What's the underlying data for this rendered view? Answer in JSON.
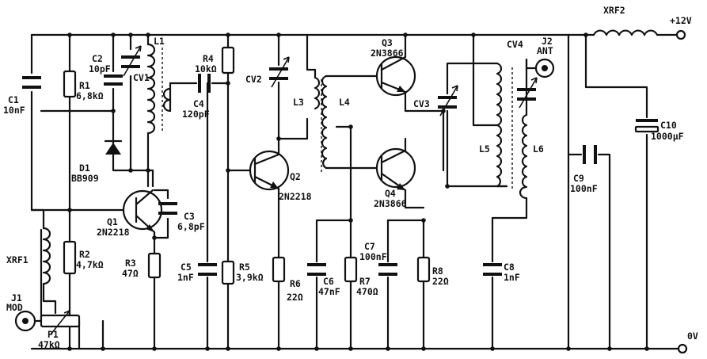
{
  "terminals": {
    "supply": "+12V",
    "ground": "0V",
    "mod_ref": "J1",
    "mod_name": "MOD",
    "ant_ref": "J2",
    "ant_name": "ANT"
  },
  "components": {
    "C1": {
      "ref": "C1",
      "value": "10nF"
    },
    "C2": {
      "ref": "C2",
      "value": "10pF"
    },
    "R1": {
      "ref": "R1",
      "value": "6,8kΩ"
    },
    "CV1": {
      "ref": "CV1"
    },
    "L1": {
      "ref": "L1"
    },
    "D1": {
      "ref": "D1",
      "value": "BB909"
    },
    "Q1": {
      "ref": "Q1",
      "value": "2N2218"
    },
    "C3": {
      "ref": "C3",
      "value": "6,8pF"
    },
    "R2": {
      "ref": "R2",
      "value": "4,7kΩ"
    },
    "R3": {
      "ref": "R3",
      "value": "47Ω"
    },
    "XRF1": {
      "ref": "XRF1"
    },
    "P1": {
      "ref": "P1",
      "value": "47kΩ"
    },
    "R4": {
      "ref": "R4",
      "value": "10kΩ"
    },
    "C4": {
      "ref": "C4",
      "value": "120pF"
    },
    "C5": {
      "ref": "C5",
      "value": "1nF"
    },
    "R5": {
      "ref": "R5",
      "value": "3,9kΩ"
    },
    "CV2": {
      "ref": "CV2"
    },
    "Q2": {
      "ref": "Q2",
      "value": "2N2218"
    },
    "R6": {
      "ref": "R6",
      "value": "22Ω"
    },
    "L3": {
      "ref": "L3"
    },
    "L4": {
      "ref": "L4"
    },
    "C6": {
      "ref": "C6",
      "value": "47nF"
    },
    "R7": {
      "ref": "R7",
      "value": "470Ω"
    },
    "C7": {
      "ref": "C7",
      "value": "100nF"
    },
    "Q3": {
      "ref": "Q3",
      "value": "2N3866"
    },
    "Q4": {
      "ref": "Q4",
      "value": "2N3866"
    },
    "CV3": {
      "ref": "CV3"
    },
    "R8": {
      "ref": "R8",
      "value": "22Ω"
    },
    "CV4": {
      "ref": "CV4"
    },
    "L5": {
      "ref": "L5"
    },
    "L6": {
      "ref": "L6"
    },
    "C8": {
      "ref": "C8",
      "value": "1nF"
    },
    "C9": {
      "ref": "C9",
      "value": "100nF"
    },
    "C10": {
      "ref": "C10",
      "value": "1000µF"
    },
    "XRF2": {
      "ref": "XRF2"
    }
  }
}
